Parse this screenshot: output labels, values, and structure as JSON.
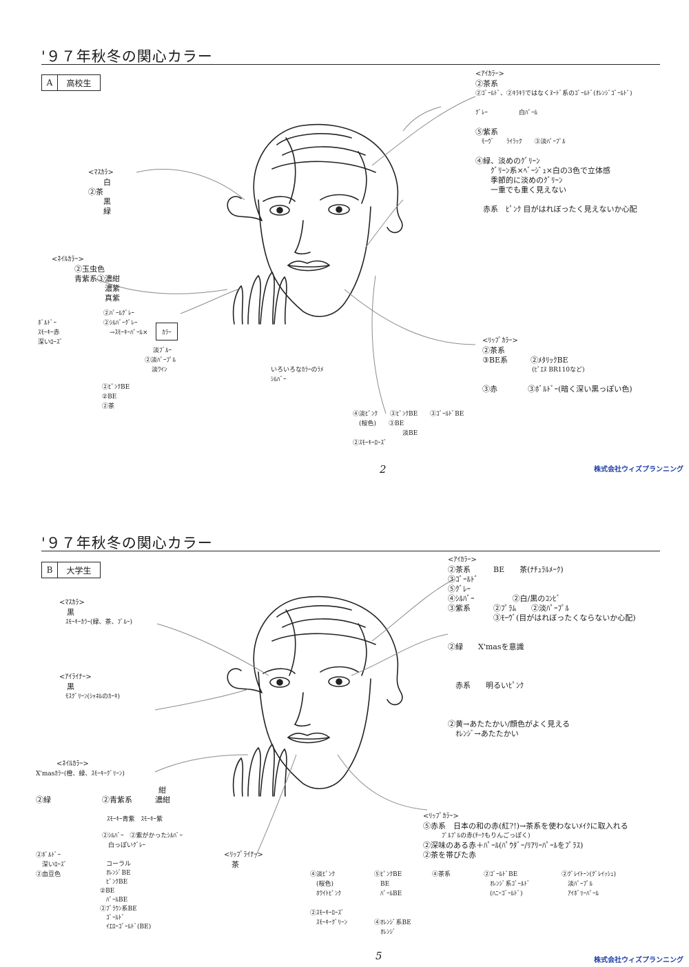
{
  "company": "株式会社ウィズプランニング",
  "sections": [
    {
      "title": "'９７年秋冬の関心カラー",
      "box_letter": "A",
      "box_label": "高校生",
      "page_number": "2",
      "notes": {
        "eye": [
          "<ｱｲｶﾗｰ>",
          "②茶系",
          "②ｺﾞｰﾙﾄﾞ、②ｷﾗｷﾗではなくﾇｰﾄﾞ系のｺﾞｰﾙﾄﾞ(ｵﾚﾝｼﾞｺﾞｰﾙﾄﾞ)",
          "",
          "ｸﾞﾚｰ　　　　　白ﾊﾟｰﾙ",
          "",
          "⑤紫系",
          "　ﾓｰｳﾞ　　ﾗｲﾗｯｸ　　③淡ﾊﾟｰﾌﾟﾙ",
          "",
          "④緑、淡めのｸﾞﾘｰﾝ",
          "　　ｸﾞﾘｰﾝ系×ﾍﾞｰｼﾞｭ×白の3色で立体感",
          "　　季節的に淡めのｸﾞﾘｰﾝ",
          "　　一重でも重く見えない",
          "",
          "　赤系　ﾋﾟﾝｸ 目がはれぼったく見えないか心配"
        ],
        "mascara": [
          "<ﾏｽｶﾗ>",
          "　　白",
          "②茶",
          "　　黒",
          "　　緑"
        ],
        "nail": [
          "<ﾈｲﾙｶﾗｰ>",
          "　　　②玉虫色",
          "　　　青紫系③濃紺",
          "　　　　　　　濃紫",
          "　　　　　　　真紫"
        ],
        "nail_gray": [
          "②ﾊﾟｰﾙｸﾞﾚｰ",
          "②ｼﾙﾊﾞｰｸﾞﾚｰ",
          "　→ｽﾓｰｷｰﾊﾟｰﾙ×"
        ],
        "nail_left": [
          "ﾎﾞﾙﾄﾞｰ",
          "ｽﾓｰｷｰ赤",
          "深いﾛｰｽﾞ"
        ],
        "color_box": "ｶﾗｰ",
        "nail_blue": [
          "淡ﾌﾞﾙｰ",
          "②淡ﾊﾟｰﾌﾟﾙ",
          "淡ﾜｲﾝ"
        ],
        "lame": [
          "いろいろなｶﾗｰのﾗﾒ",
          "ｼﾙﾊﾞｰ"
        ],
        "nail_be": [
          "②ﾋﾟﾝｸBE",
          "②BE",
          "②茶"
        ],
        "lip": [
          "<ﾘｯﾌﾟｶﾗｰ>",
          "②茶系",
          "③BE系　　　②ﾒﾀﾘｯｸBE",
          "　　　　　　　　(ﾋﾟｴﾇ BR110など)",
          "",
          "③赤　　　　③ﾎﾞﾙﾄﾞｰ(暗く深い黒っぽい色)"
        ],
        "lip_bottom": [
          "④淡ﾋﾟﾝｸ　　③ﾋﾟﾝｸBE　　③ｺﾞｰﾙﾄﾞBE",
          "　(桜色)　　③BE",
          "　　　　　　　　淡BE",
          "②ｽﾓｰｷｰﾛｰｽﾞ"
        ]
      }
    },
    {
      "title": "'９７年秋冬の関心カラー",
      "box_letter": "B",
      "box_label": "大学生",
      "page_number": "5",
      "notes": {
        "eye": [
          "<ｱｲｶﾗｰ>",
          "②茶系　　　BE　　茶(ﾅﾁｭﾗﾙﾒｰｸ)",
          "③ｺﾞｰﾙﾄﾞ",
          "⑤ｸﾞﾚｰ",
          "④ｼﾙﾊﾞｰ　　　　　②白/黒のｺﾝﾋﾞ",
          "③紫系　　　②ﾌﾟﾗﾑ　　②淡ﾊﾟｰﾌﾟﾙ",
          "　　　　　　③ﾓｰｳﾞ(目がはれぼったくならないか心配)",
          "",
          "",
          "②緑　　X'masを意識",
          "",
          "",
          "",
          "　赤系　　明るいﾋﾟﾝｸ",
          "",
          "",
          "",
          "②黄→あたたかい/顔色がよく見える",
          "　ｵﾚﾝｼﾞ→あたたかい"
        ],
        "mascara": [
          "<ﾏｽｶﾗ>",
          "　黒",
          "　ｽﾓｰｷｰｶﾗｰ(緑、茶、ﾌﾞﾙｰ)"
        ],
        "eyeliner": [
          "<ｱｲﾗｲﾅｰ>",
          "　黒",
          "　ﾓｽｸﾞﾘｰﾝ(ｼｬﾈﾙのｶｰｷ)"
        ],
        "nail_head": [
          "　　　<ﾈｲﾙｶﾗｰ>",
          "X'masｶﾗｰ(橙、緑、ｽﾓｰｷｰｸﾞﾘｰﾝ)"
        ],
        "nail_mid": [
          "紺",
          "②青紫系　　　濃紺"
        ],
        "nail_green": "②緑",
        "nail_smoky": "ｽﾓｰｷｰ青紫　ｽﾓｰｷｰ紫",
        "nail_silver": [
          "②ｼﾙﾊﾞｰ　②紫がかったｼﾙﾊﾞｰ",
          "　白っぽいｸﾞﾚｰ"
        ],
        "nail_left": [
          "②ﾎﾞﾙﾄﾞｰ",
          "　深いﾛｰｽﾞ",
          "②血豆色"
        ],
        "nail_col2": [
          "　コーラル",
          "　ｵﾚﾝｼﾞBE",
          "　ﾋﾟﾝｸBE",
          "②BE",
          "　ﾊﾟｰﾙBE",
          "②ﾌﾞﾗｳﾝ系BE",
          "　ｺﾞｰﾙﾄﾞ",
          "　ｲｴﾛｰｺﾞｰﾙﾄﾞ(BE)"
        ],
        "lipliner": [
          "<ﾘｯﾌﾟﾗｲﾅｰ>",
          "　茶"
        ],
        "lip": [
          "<ﾘｯﾌﾟｶﾗｰ>",
          "⑤赤系　日本の和の赤(紅?!)→茶系を使わないﾒｲｸに取入れる",
          "　　　ﾌﾟﾙﾌﾟﾙの赤(ﾁｰｸもりんごっぽく)",
          "②深味のある赤＋ﾊﾟｰﾙ(ﾊﾟｳﾀﾞｰ/ﾘｱﾘｰﾊﾟｰﾙをﾌﾟﾗｽ)",
          "②茶を帯びた赤"
        ],
        "lip_row1": [
          "④淡ﾋﾟﾝｸ",
          "　(桜色)",
          "　ﾎﾜｲﾄﾋﾟﾝｸ",
          "",
          "②ｽﾓｰｷｰﾛｰｽﾞ",
          "　ｽﾓｰｷｰｸﾞﾘｰﾝ"
        ],
        "lip_row2": [
          "⑤ﾋﾟﾝｸBE",
          "　BE",
          "　ﾊﾟｰﾙBE",
          "",
          "",
          "④ｵﾚﾝｼﾞ系BE",
          "　ｵﾚﾝｼﾞ"
        ],
        "lip_row3": "④茶系",
        "lip_row4": [
          "②ｺﾞｰﾙﾄﾞBE",
          "　ｵﾚﾝｼﾞ系ｺﾞｰﾙﾄﾞ",
          "　(ﾊﾆｰｺﾞｰﾙﾄﾞ)"
        ],
        "lip_row5": [
          "②ｸﾞﾚｲﾄｰﾝ(ｸﾞﾚｲｯｼｭ)",
          "　淡ﾊﾟｰﾌﾟﾙ",
          "　ｱｲﾎﾞﾘｰﾊﾟｰﾙ"
        ]
      }
    }
  ]
}
